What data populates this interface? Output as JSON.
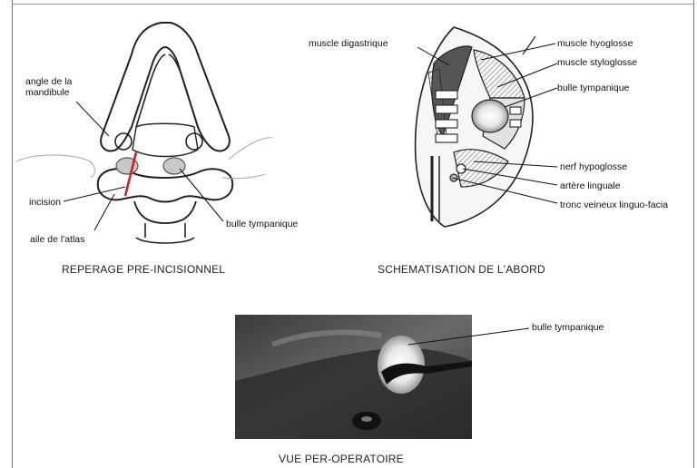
{
  "panels": {
    "left": {
      "caption": "REPERAGE PRE-INCISIONNEL",
      "labels": {
        "angle": "angle de la\nmandibule",
        "incision": "incision",
        "atlas": "aile de l'atlas",
        "bulle": "bulle tympanique"
      },
      "incision_color": "#d21f1f"
    },
    "right": {
      "caption": "SCHEMATISATION DE L'ABORD",
      "labels": {
        "digastrique": "muscle digastrique",
        "hyoglosse": "muscle hyoglosse",
        "styloglosse": "muscle styloglosse",
        "bulle": "bulle tympanique",
        "nerf": "nerf hypoglosse",
        "artere": "artère linguale",
        "tronc": "tronc veineux linguo-facia"
      }
    },
    "bottom": {
      "caption": "VUE PER-OPERATOIRE",
      "labels": {
        "bulle": "bulle tympanique"
      }
    }
  }
}
